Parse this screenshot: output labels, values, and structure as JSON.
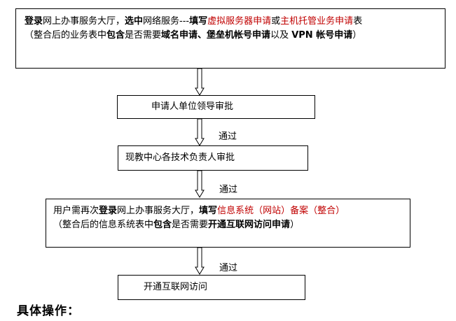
{
  "steps": {
    "s1": {
      "line1": [
        {
          "t": "登录",
          "bold": true
        },
        {
          "t": "网上办事服务大厅，"
        },
        {
          "t": "选中",
          "bold": true
        },
        {
          "t": "网络服务---"
        },
        {
          "t": "填写",
          "bold": true
        },
        {
          "t": "虚拟服务器申请",
          "red": true
        },
        {
          "t": "或"
        },
        {
          "t": "主机托管业务申请",
          "red": true
        },
        {
          "t": "表"
        }
      ],
      "line2": [
        {
          "t": "（整合后的业务表中"
        },
        {
          "t": "包含",
          "bold": true
        },
        {
          "t": "是否需要"
        },
        {
          "t": "域名申请、堡垒机帐号申请",
          "bold": true
        },
        {
          "t": "以及 "
        },
        {
          "t": "VPN 帐号申请",
          "bold": true
        },
        {
          "t": "）"
        }
      ]
    },
    "s2": "申请人单位领导审批",
    "s3": "现教中心各技术负责人审批",
    "s4": {
      "line1": [
        {
          "t": "用户需再次"
        },
        {
          "t": "登录",
          "bold": true
        },
        {
          "t": "网上办事服务大厅，"
        },
        {
          "t": "填写",
          "bold": true
        },
        {
          "t": "信息系统（网站）备案（整合）",
          "red": true
        }
      ],
      "line2": [
        {
          "t": "（整合后的信息系统表中"
        },
        {
          "t": "包含",
          "bold": true
        },
        {
          "t": "是否需要"
        },
        {
          "t": "开通互联网访问申请",
          "bold": true
        },
        {
          "t": "）"
        }
      ]
    },
    "s5": "开通互联网访问"
  },
  "labels": {
    "pass1": "通过",
    "pass2": "通过",
    "pass3": "通过"
  },
  "heading": "具体操作："
}
